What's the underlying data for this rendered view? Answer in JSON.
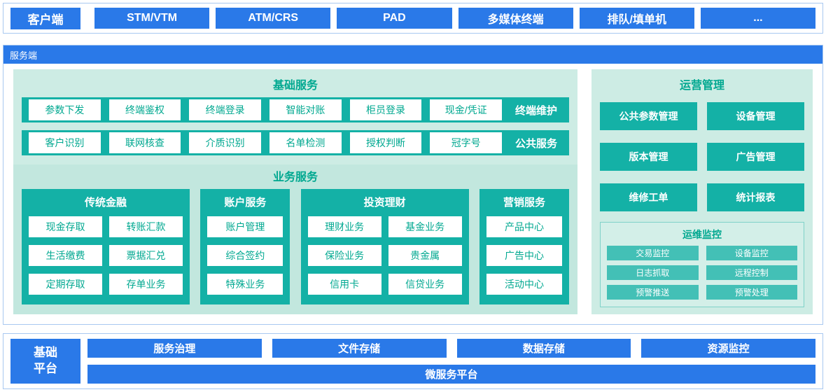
{
  "client": {
    "label": "客户端",
    "items": [
      "STM/VTM",
      "ATM/CRS",
      "PAD",
      "多媒体终端",
      "排队/填单机",
      "..."
    ]
  },
  "server": {
    "label": "服务端",
    "basic_services": {
      "title": "基础服务",
      "rows": [
        {
          "label": "终端维护",
          "items": [
            "参数下发",
            "终端鉴权",
            "终端登录",
            "智能对账",
            "柜员登录",
            "现金/凭证"
          ]
        },
        {
          "label": "公共服务",
          "items": [
            "客户识别",
            "联网核查",
            "介质识别",
            "名单检测",
            "授权判断",
            "冠字号"
          ]
        }
      ]
    },
    "business_services": {
      "title": "业务服务",
      "groups": [
        {
          "title": "传统金融",
          "items": [
            "现金存取",
            "转账汇款",
            "生活缴费",
            "票据汇兑",
            "定期存取",
            "存单业务"
          ]
        },
        {
          "title": "账户服务",
          "items": [
            "账户管理",
            "综合签约",
            "特殊业务"
          ]
        },
        {
          "title": "投资理财",
          "items": [
            "理财业务",
            "基金业务",
            "保险业务",
            "贵金属",
            "信用卡",
            "信贷业务"
          ]
        },
        {
          "title": "营销服务",
          "items": [
            "产品中心",
            "广告中心",
            "活动中心"
          ]
        }
      ]
    },
    "operations": {
      "title": "运营管理",
      "items": [
        "公共参数管理",
        "设备管理",
        "版本管理",
        "广告管理",
        "维修工单",
        "统计报表"
      ],
      "monitoring": {
        "title": "运维监控",
        "items": [
          "交易监控",
          "设备监控",
          "日志抓取",
          "远程控制",
          "预警推送",
          "预警处理"
        ]
      }
    }
  },
  "platform": {
    "label": "基础平台",
    "items": [
      "服务治理",
      "文件存储",
      "数据存储",
      "资源监控"
    ],
    "bar": "微服务平台"
  },
  "colors": {
    "blue": "#2a79e8",
    "teal_dark": "#14b1a6",
    "teal_light_button": "#43c0b6",
    "teal_text": "#00a890",
    "mint_bg": "#cdece4",
    "mint_bg_inner": "#c2e7de",
    "panel_border": "#a8c8f0",
    "monitor_border": "#7fd2c8"
  }
}
